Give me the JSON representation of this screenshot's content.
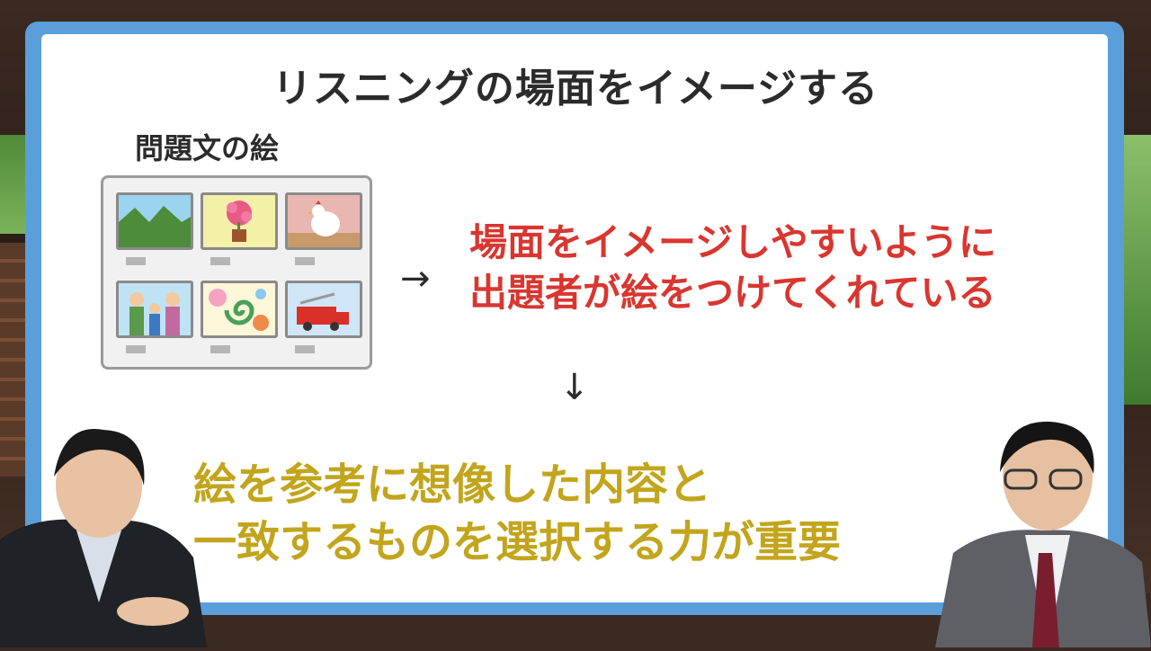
{
  "slide": {
    "title": "リスニングの場面をイメージする",
    "subtitle": "問題文の絵",
    "note_line1": "場面をイメージしやすいように",
    "note_line2": "出題者が絵をつけてくれている",
    "conclusion_line1": "絵を参考に想像した内容と",
    "conclusion_line2": "一致するものを選択する力が重要"
  },
  "icons": {
    "arrow_right": "→",
    "arrow_down": "↓"
  },
  "colors": {
    "board_frame": "#5a9fd9",
    "note": "#d93630",
    "conclusion": "#c2a51c",
    "title": "#2b2b2b"
  }
}
